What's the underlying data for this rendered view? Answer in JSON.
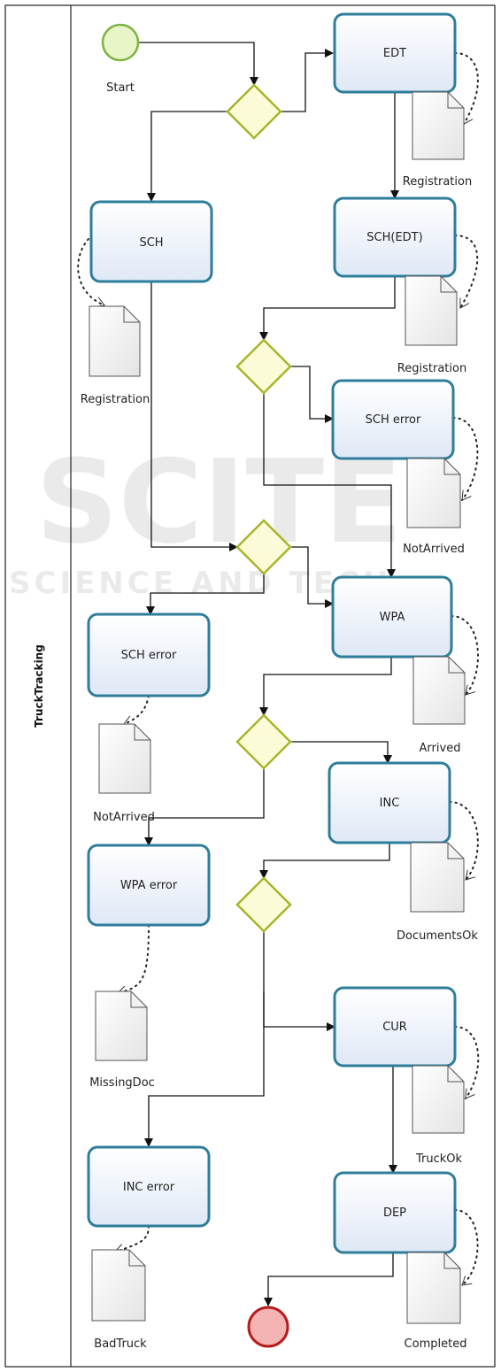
{
  "pool": {
    "label": "TruckTracking"
  },
  "events": {
    "start": {
      "label": "Start"
    }
  },
  "tasks": {
    "edt": "EDT",
    "sch": "SCH",
    "sch_edt": "SCH(EDT)",
    "sch_error_right": "SCH error",
    "sch_error_left": "SCH error",
    "wpa": "WPA",
    "inc": "INC",
    "wpa_error": "WPA error",
    "cur": "CUR",
    "inc_error": "INC error",
    "dep": "DEP"
  },
  "documents": {
    "edt": "Registration",
    "sch": "Registration",
    "sch_edt": "Registration",
    "sch_error_right": "NotArrived",
    "sch_error_left": "NotArrived",
    "wpa": "Arrived",
    "inc": "DocumentsOk",
    "wpa_error": "MissingDoc",
    "cur": "TruckOk",
    "inc_error": "BadTruck",
    "dep": "Completed"
  },
  "colors": {
    "task_border": "#2e7d9a",
    "task_fill": "#eef3fb",
    "gateway_stroke": "#a8b52a",
    "gateway_fill": "#fbfbd8",
    "start_stroke": "#7cb342",
    "start_fill": "#e8f5c8",
    "end_stroke": "#b71c1c",
    "end_fill": "#f4b4b4"
  }
}
